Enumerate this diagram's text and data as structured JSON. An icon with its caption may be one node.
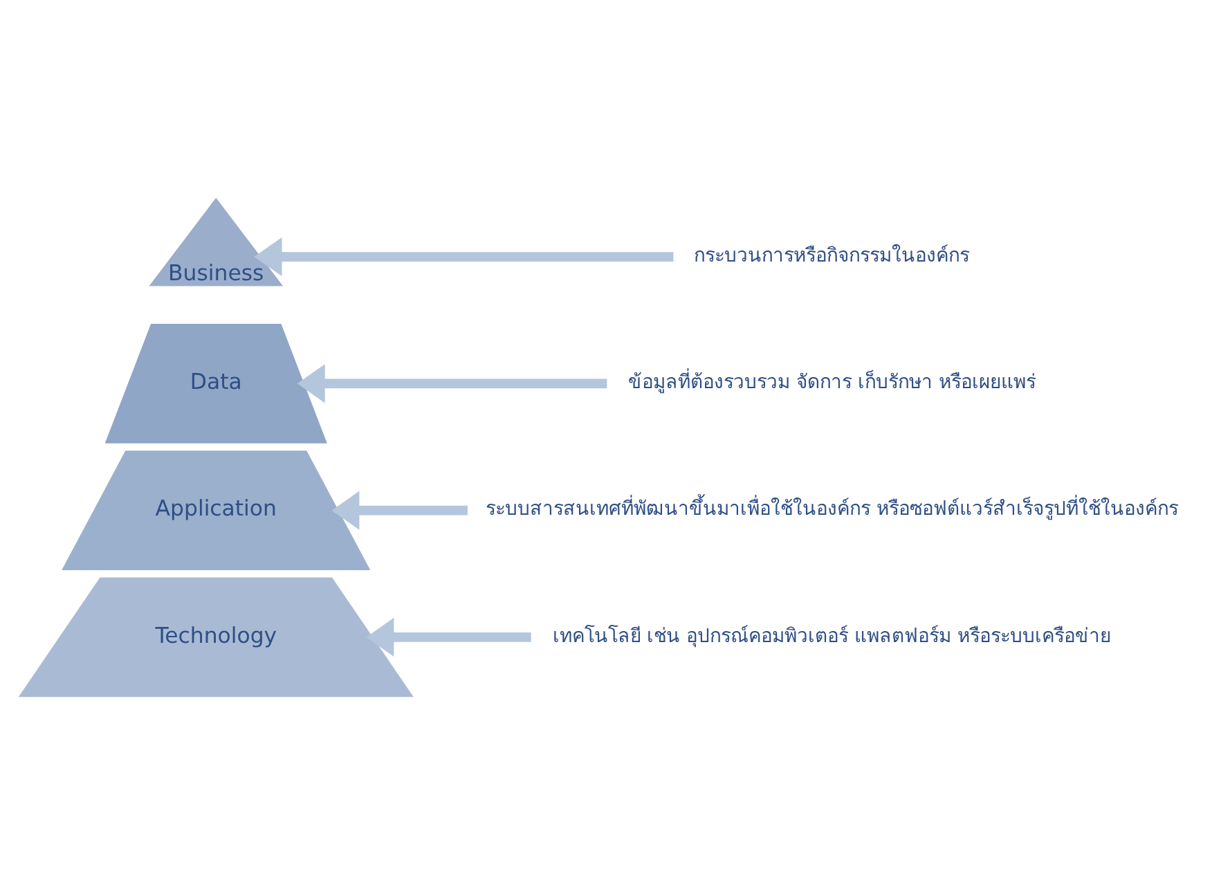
{
  "diagram": {
    "nodes": [
      {
        "text": [
          "Business"
        ]
      },
      {
        "text": [
          "Data"
        ]
      },
      {
        "text": [
          "Application"
        ]
      },
      {
        "text": [
          "Technology"
        ]
      },
      {
        "text": [
          "กระบวนการหรือกิจกรรมในองค์กร"
        ]
      },
      {
        "text": [
          "ข้อมูลที่ต้องรวบรวม จัดการ เก็บรักษา หรือเผยแพร่"
        ]
      },
      {
        "text": [
          "ระบบสารสนเทศที่พัฒนาขึ้นมาเพื่อใช้ในองค์กร หรือซอฟต์แวร์สำเร็จรูปที่ใช้ในองค์กร"
        ]
      },
      {
        "text": [
          "เทคโนโลยี เช่น อุปกรณ์คอมพิวเตอร์ แพลตฟอร์ม หรือระบบเครือข่าย"
        ]
      }
    ],
    "edges": [
      {
        "from": 4,
        "to": 0,
        "arrow": "to"
      },
      {
        "from": 5,
        "to": 1,
        "arrow": "to"
      },
      {
        "from": 6,
        "to": 2,
        "arrow": "to"
      },
      {
        "from": 7,
        "to": 3,
        "arrow": "to"
      }
    ]
  }
}
